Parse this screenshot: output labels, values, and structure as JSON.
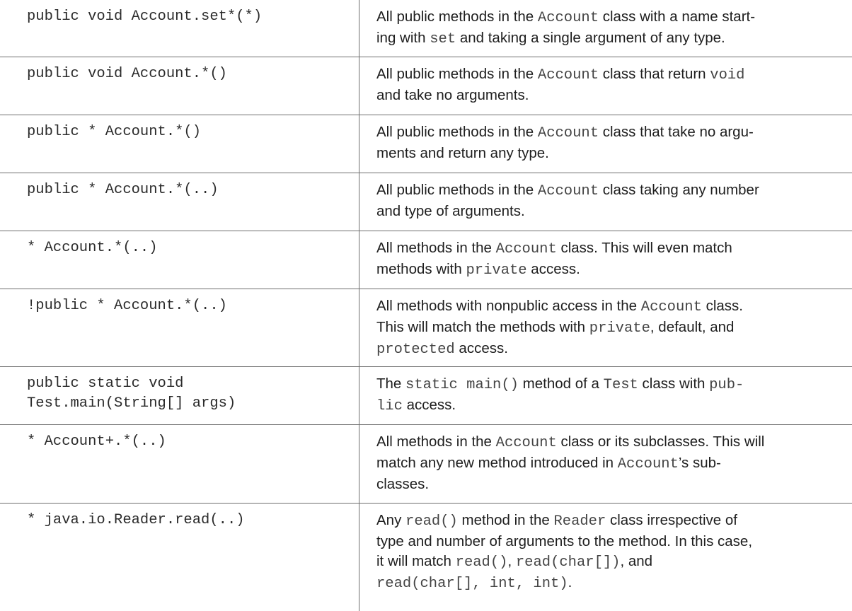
{
  "rows": [
    {
      "signature": "public void Account.set*(*)",
      "desc_lines": [
        [
          {
            "t": "All public methods in the "
          },
          {
            "t": "Account",
            "c": 1
          },
          {
            "t": " class with a name start-"
          }
        ],
        [
          {
            "t": "ing with "
          },
          {
            "t": "set",
            "c": 1
          },
          {
            "t": " and taking a single argument of any type."
          }
        ]
      ]
    },
    {
      "signature": "public void Account.*()",
      "desc_lines": [
        [
          {
            "t": "All public methods in the "
          },
          {
            "t": "Account",
            "c": 1
          },
          {
            "t": " class that return "
          },
          {
            "t": "void",
            "c": 1
          }
        ],
        [
          {
            "t": "and take no arguments."
          }
        ]
      ]
    },
    {
      "signature": "public * Account.*()",
      "desc_lines": [
        [
          {
            "t": "All public methods in the "
          },
          {
            "t": "Account",
            "c": 1
          },
          {
            "t": " class that take no argu-"
          }
        ],
        [
          {
            "t": "ments and return any type."
          }
        ]
      ]
    },
    {
      "signature": "public * Account.*(..)",
      "desc_lines": [
        [
          {
            "t": "All public methods in the "
          },
          {
            "t": "Account",
            "c": 1
          },
          {
            "t": " class taking any number"
          }
        ],
        [
          {
            "t": "and type of arguments."
          }
        ]
      ]
    },
    {
      "signature": "* Account.*(..)",
      "desc_lines": [
        [
          {
            "t": "All methods in the "
          },
          {
            "t": "Account",
            "c": 1
          },
          {
            "t": " class. This will even match"
          }
        ],
        [
          {
            "t": "methods with "
          },
          {
            "t": "private",
            "c": 1
          },
          {
            "t": " access."
          }
        ]
      ]
    },
    {
      "signature": "!public * Account.*(..)",
      "desc_lines": [
        [
          {
            "t": "All methods with nonpublic access in the "
          },
          {
            "t": "Account",
            "c": 1
          },
          {
            "t": " class."
          }
        ],
        [
          {
            "t": "This will match the methods with "
          },
          {
            "t": "private",
            "c": 1
          },
          {
            "t": ", default, and"
          }
        ],
        [
          {
            "t": "protected",
            "c": 1
          },
          {
            "t": " access."
          }
        ]
      ]
    },
    {
      "signature": "public static void\nTest.main(String[] args)",
      "desc_lines": [
        [
          {
            "t": "The "
          },
          {
            "t": "static main()",
            "c": 1
          },
          {
            "t": " method of a "
          },
          {
            "t": "Test",
            "c": 1
          },
          {
            "t": " class with "
          },
          {
            "t": "pub-",
            "c": 1
          }
        ],
        [
          {
            "t": "lic",
            "c": 1
          },
          {
            "t": " access."
          }
        ]
      ]
    },
    {
      "signature": "* Account+.*(..)",
      "desc_lines": [
        [
          {
            "t": "All methods in the "
          },
          {
            "t": "Account",
            "c": 1
          },
          {
            "t": " class or its subclasses. This will"
          }
        ],
        [
          {
            "t": "match any new method introduced in "
          },
          {
            "t": "Account",
            "c": 1
          },
          {
            "t": "’s sub-"
          }
        ],
        [
          {
            "t": "classes."
          }
        ]
      ]
    },
    {
      "signature": "* java.io.Reader.read(..)",
      "desc_lines": [
        [
          {
            "t": "Any "
          },
          {
            "t": "read()",
            "c": 1
          },
          {
            "t": " method in the "
          },
          {
            "t": "Reader",
            "c": 1
          },
          {
            "t": " class irrespective of"
          }
        ],
        [
          {
            "t": "type and number of arguments to the method. In this case,"
          }
        ],
        [
          {
            "t": "it will match "
          },
          {
            "t": "read()",
            "c": 1
          },
          {
            "t": ", "
          },
          {
            "t": "read(char[])",
            "c": 1
          },
          {
            "t": ", and"
          }
        ],
        [
          {
            "t": "read(char[], int, int)",
            "c": 1
          },
          {
            "t": "."
          }
        ]
      ]
    }
  ]
}
